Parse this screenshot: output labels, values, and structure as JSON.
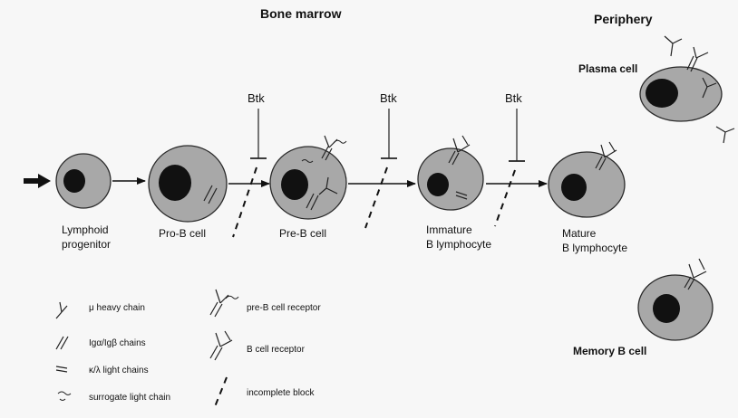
{
  "headers": {
    "bone_marrow": "Bone marrow",
    "periphery": "Periphery"
  },
  "inhibitor": "Btk",
  "cells": {
    "lymphoid_progenitor": [
      "Lymphoid",
      "progenitor"
    ],
    "pro_b": "Pro-B cell",
    "pre_b": "Pre-B cell",
    "immature": [
      "Immature",
      "B lymphocyte"
    ],
    "mature": [
      "Mature",
      "B lymphocyte"
    ],
    "plasma": "Plasma cell",
    "memory": "Memory B cell"
  },
  "legend": {
    "mu_heavy": "μ heavy chain",
    "ig_alpha_beta": "Igα/Igβ chains",
    "kappa_lambda": "κ/λ light chains",
    "surrogate": "surrogate light chain",
    "pre_b_receptor": "pre-B cell receptor",
    "b_cell_receptor": "B cell receptor",
    "incomplete_block": "incomplete block"
  }
}
